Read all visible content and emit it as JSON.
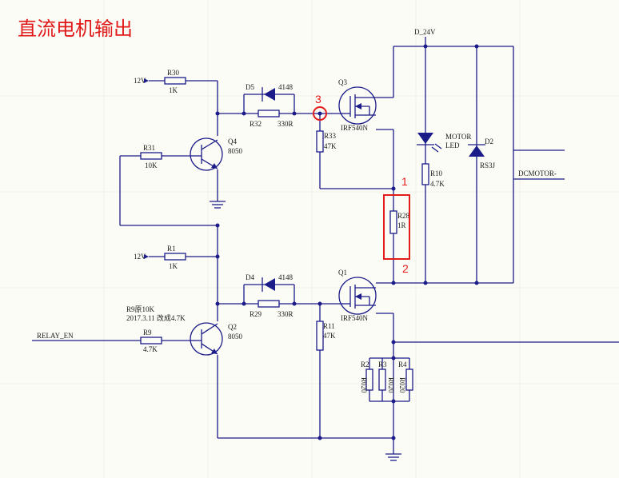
{
  "title": "直流电机输出",
  "nets": {
    "d24v": "D_24V",
    "relay_en": "RELAY_EN",
    "dcmotor": "DCMOTOR-",
    "v12_top": "12V",
    "v12_bot": "12V"
  },
  "resistors": {
    "r30": {
      "ref": "R30",
      "value": "1K"
    },
    "r31": {
      "ref": "R31",
      "value": "10K"
    },
    "r1": {
      "ref": "R1",
      "value": "1K"
    },
    "r9": {
      "ref": "R9",
      "value": "4.7K"
    },
    "r32": {
      "ref": "R32",
      "value": "330R"
    },
    "r29": {
      "ref": "R29",
      "value": "330R"
    },
    "r33": {
      "ref": "R33",
      "value": "47K"
    },
    "r11": {
      "ref": "R11",
      "value": "47K"
    },
    "r10": {
      "ref": "R10",
      "value": "4.7K"
    },
    "r28": {
      "ref": "R28",
      "value": "1R"
    },
    "r2": {
      "ref": "R2",
      "value": "R020"
    },
    "r3": {
      "ref": "R3",
      "value": "R020"
    },
    "r4": {
      "ref": "R4",
      "value": "R020"
    }
  },
  "diodes": {
    "d5": {
      "ref": "D5",
      "value": "4148"
    },
    "d4": {
      "ref": "D4",
      "value": "4148"
    },
    "d2": {
      "ref": "D2",
      "value": "RS3J"
    },
    "led": {
      "label1": "MOTOR",
      "label2": "LED"
    }
  },
  "transistors": {
    "q4": {
      "ref": "Q4",
      "value": "8050"
    },
    "q2": {
      "ref": "Q2",
      "value": "8050"
    },
    "q3": {
      "ref": "Q3",
      "value": "IRF540N"
    },
    "q1": {
      "ref": "Q1",
      "value": "IRF540N"
    }
  },
  "notes": {
    "line1": "R9原10K",
    "line2": "2017.3.11 改成4.7K"
  },
  "markers": {
    "one": "1",
    "two": "2",
    "three": "3"
  },
  "colors": {
    "wire": "#1b1b8a",
    "annotation": "#e31b1b",
    "background": "#fcfcf6"
  }
}
